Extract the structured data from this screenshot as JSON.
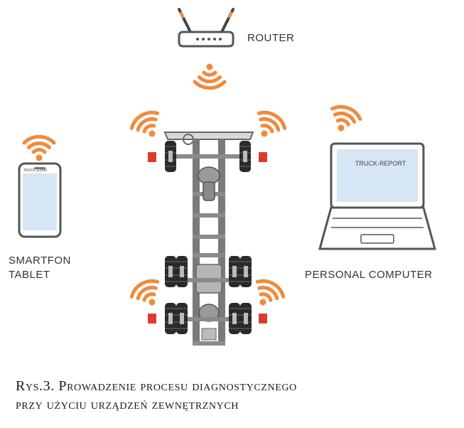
{
  "labels": {
    "router": "ROUTER",
    "phone_line1": "SMARTFON",
    "phone_line2": "TABLET",
    "pc": "PERSONAL COMPUTER"
  },
  "screens": {
    "pc": "TRUCK-REPORT",
    "phone": "TRUCK EXAM"
  },
  "caption": {
    "line1": "Rys.3. Prowadzenie procesu diagnostycznego",
    "line2": "przy użyciu urządzeń zewnętrznych"
  },
  "colors": {
    "wifi": "#f08a3c",
    "screen": "#d6e6f5",
    "device_outline": "#555555",
    "chassis": "#6a6a6a",
    "sensor": "#e03a2a"
  },
  "icons": [
    "wifi-icon",
    "router-icon",
    "laptop-icon",
    "smartphone-icon",
    "truck-chassis-icon",
    "sensor-icon"
  ]
}
